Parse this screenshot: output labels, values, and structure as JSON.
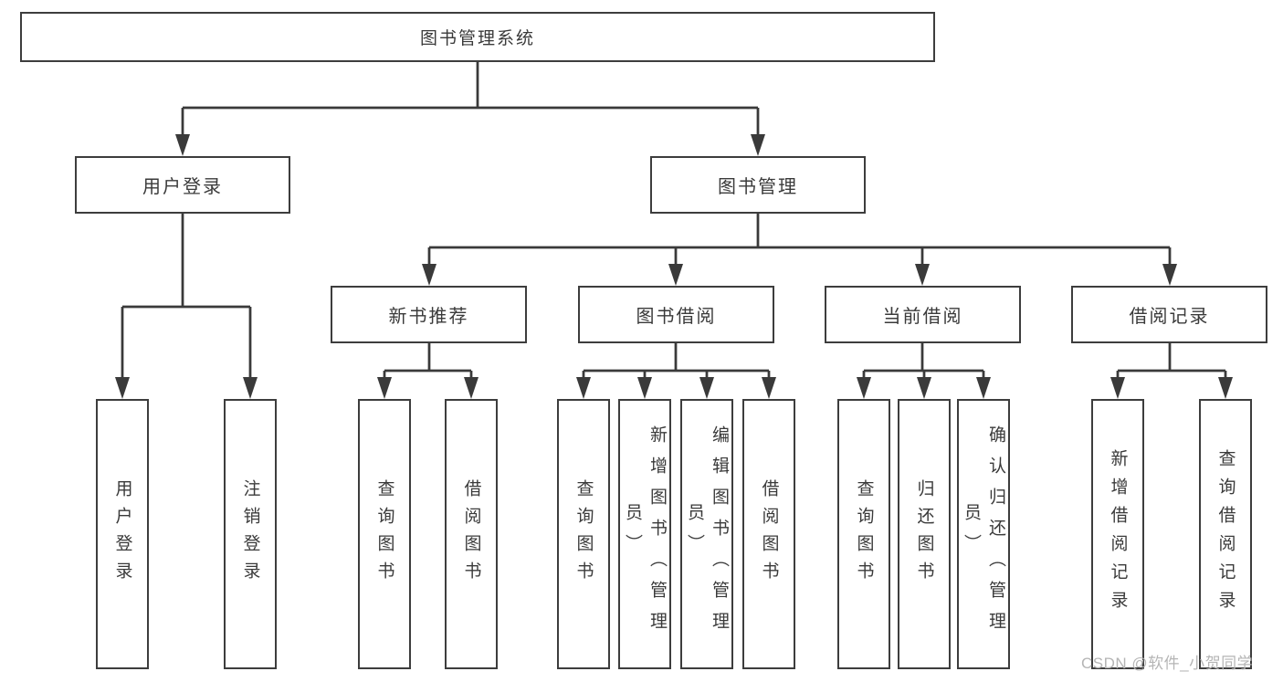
{
  "tree": {
    "label": "图书管理系统",
    "children": [
      {
        "label": "用户登录",
        "children": [
          {
            "label": "用户登录"
          },
          {
            "label": "注销登录"
          }
        ]
      },
      {
        "label": "图书管理",
        "children": [
          {
            "label": "新书推荐",
            "children": [
              {
                "label": "查询图书"
              },
              {
                "label": "借阅图书"
              }
            ]
          },
          {
            "label": "图书借阅",
            "children": [
              {
                "label": "查询图书"
              },
              {
                "label": "新增图书（管理员）"
              },
              {
                "label": "编辑图书（管理员）"
              },
              {
                "label": "借阅图书"
              }
            ]
          },
          {
            "label": "当前借阅",
            "children": [
              {
                "label": "查询图书"
              },
              {
                "label": "归还图书"
              },
              {
                "label": "确认归还（管理员）"
              }
            ]
          },
          {
            "label": "借阅记录",
            "children": [
              {
                "label": "新增借阅记录"
              },
              {
                "label": "查询借阅记录"
              }
            ]
          }
        ]
      }
    ]
  },
  "watermark": "CSDN @软件_小贺同学",
  "colors": {
    "line": "#3a3a3a",
    "border": "#3d3d3d",
    "text": "#3a3a3a",
    "watermark": "#b5b5b5"
  }
}
